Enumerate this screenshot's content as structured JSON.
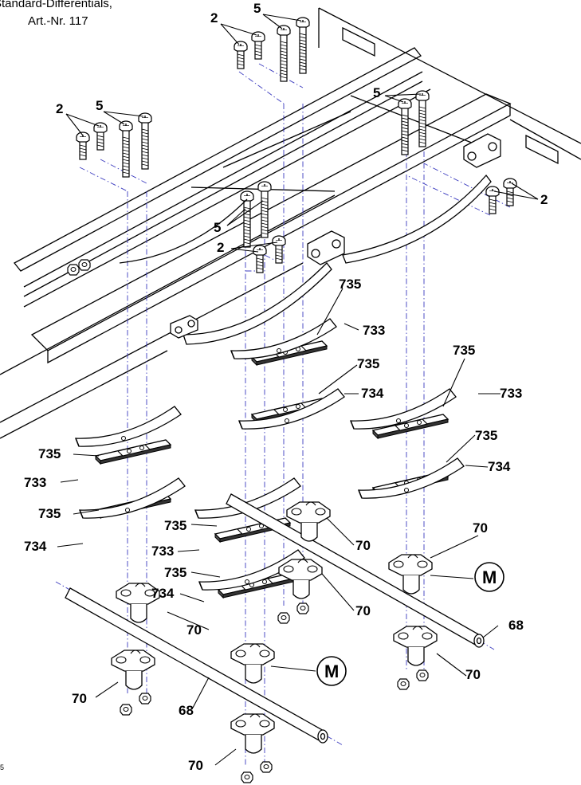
{
  "header": {
    "line1": "Standard-Differentials,",
    "line2": "Art.-Nr. 117"
  },
  "page_number": "5",
  "callouts": {
    "screw_short": "2",
    "screw_long": "5",
    "spacer_plate": "735",
    "leaf_spring_733": "733",
    "leaf_spring_734": "734",
    "axle_clamp": "70",
    "axle": "68",
    "motor_marker": "M"
  },
  "colors": {
    "line": "#000000",
    "fill": "#ffffff",
    "shade": "#d9d9d9",
    "leader_dash": "#3b3bbf"
  }
}
